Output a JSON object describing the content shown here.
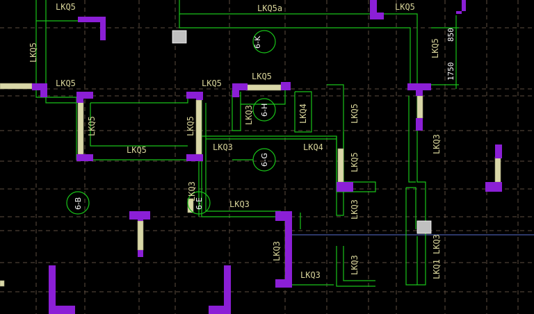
{
  "drawing": {
    "colors": {
      "background": "#000000",
      "beam_line": "#19c419",
      "column_fill": "#8b1fd6",
      "wall_hatch": "#d9d7a8",
      "axis_grid": "#6b5a4a",
      "label_text": "#d8d49a",
      "bubble_text": "#ffffff"
    },
    "beam_labels": [
      "LKQ5",
      "LKQ5a",
      "LKQ5",
      "LKQ5",
      "LKQ5",
      "LKQ5",
      "LKQ5",
      "LKQ5",
      "LKQ3",
      "LKQ4",
      "LKQ5",
      "LKQ5",
      "LKQ5",
      "LKQ5",
      "LKQ3",
      "LKQ4",
      "LKQ5",
      "LKQ3",
      "LKQ3",
      "LKQ3",
      "LKQ3",
      "LKQ3",
      "LKQ3",
      "LKQ1",
      "LKQ3"
    ],
    "axis_bubbles": [
      "6-K",
      "6-H",
      "6-G",
      "6-B",
      "6-E"
    ],
    "dimensions": [
      "850",
      "1750"
    ]
  }
}
